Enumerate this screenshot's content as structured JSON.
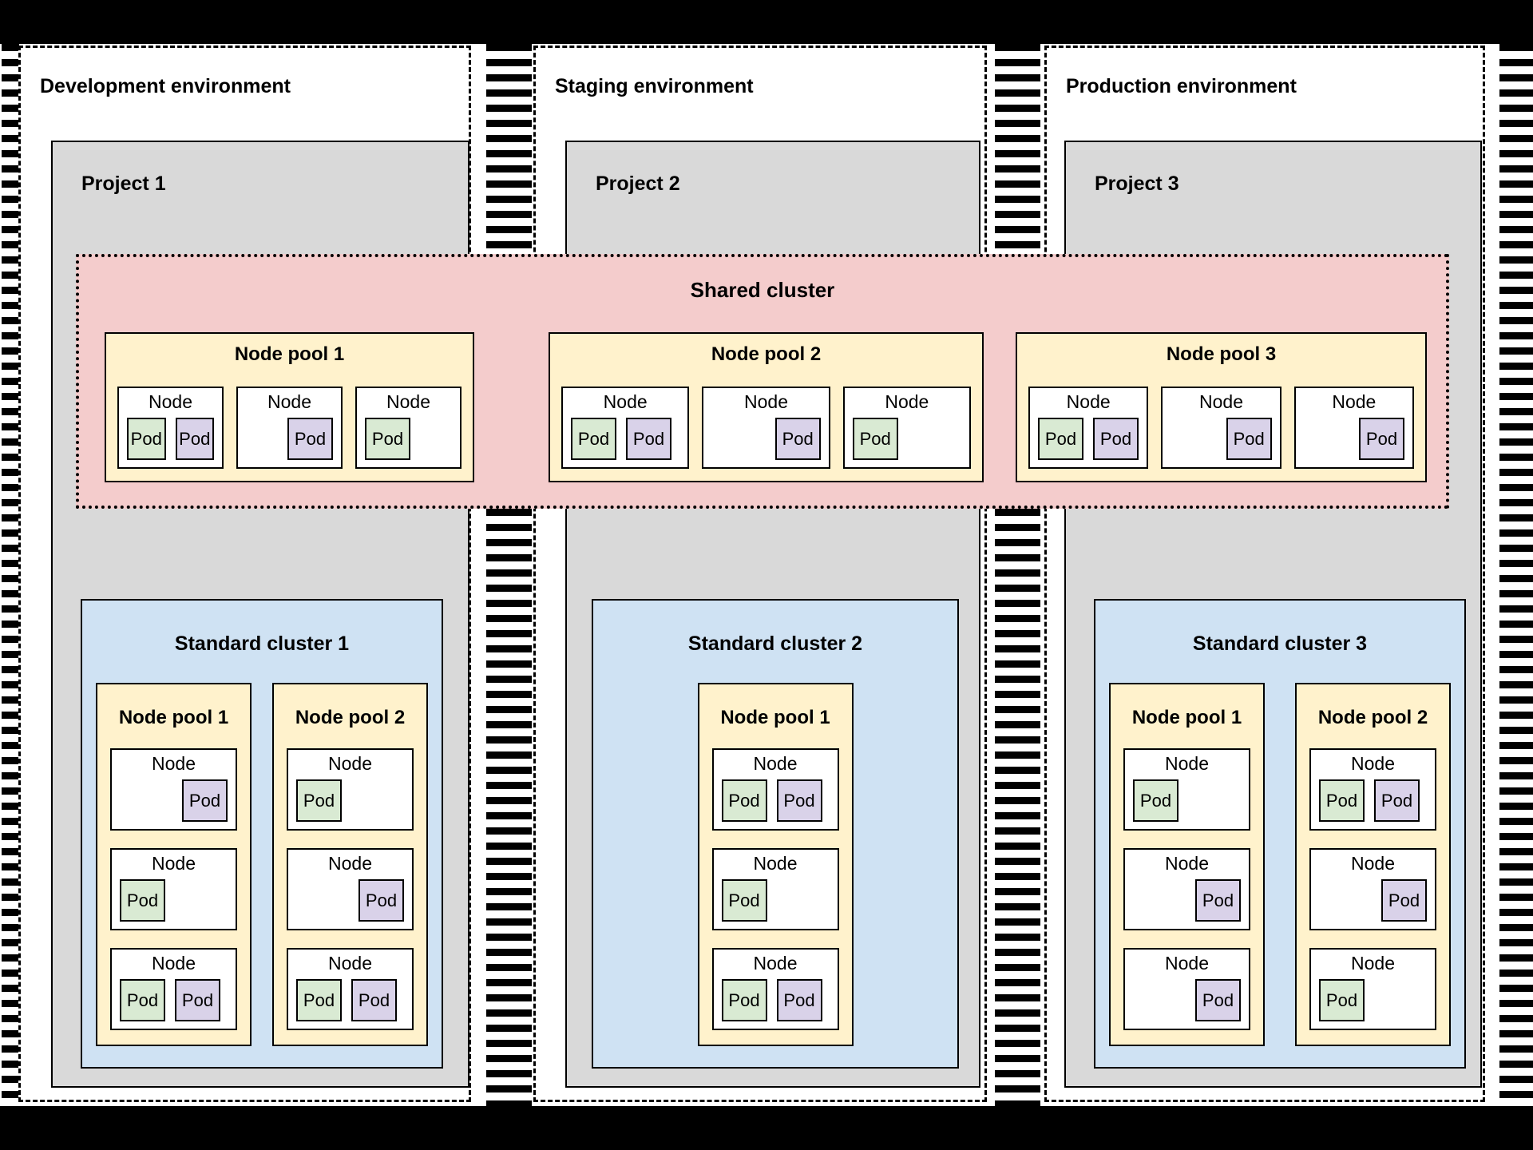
{
  "colors": {
    "project_fill": "#d9d9d9",
    "shared_cluster_fill": "#f4cccc",
    "node_pool_fill": "#fff2cc",
    "standard_cluster_fill": "#cfe2f3",
    "pod_green": "#d9ead3",
    "pod_purple": "#d9d2e9",
    "border": "#000000"
  },
  "shared_cluster": {
    "title": "Shared cluster",
    "node_pools": [
      {
        "title": "Node pool 1",
        "nodes": [
          {
            "label": "Node",
            "align": "left",
            "pods": [
              {
                "label": "Pod",
                "color": "green"
              },
              {
                "label": "Pod",
                "color": "purple"
              }
            ]
          },
          {
            "label": "Node",
            "align": "right",
            "pods": [
              {
                "label": "Pod",
                "color": "purple"
              }
            ]
          },
          {
            "label": "Node",
            "align": "left",
            "pods": [
              {
                "label": "Pod",
                "color": "green"
              }
            ]
          }
        ]
      },
      {
        "title": "Node pool 2",
        "nodes": [
          {
            "label": "Node",
            "align": "left",
            "pods": [
              {
                "label": "Pod",
                "color": "green"
              },
              {
                "label": "Pod",
                "color": "purple"
              }
            ]
          },
          {
            "label": "Node",
            "align": "right",
            "pods": [
              {
                "label": "Pod",
                "color": "purple"
              }
            ]
          },
          {
            "label": "Node",
            "align": "left",
            "pods": [
              {
                "label": "Pod",
                "color": "green"
              }
            ]
          }
        ]
      },
      {
        "title": "Node pool 3",
        "nodes": [
          {
            "label": "Node",
            "align": "left",
            "pods": [
              {
                "label": "Pod",
                "color": "green"
              },
              {
                "label": "Pod",
                "color": "purple"
              }
            ]
          },
          {
            "label": "Node",
            "align": "right",
            "pods": [
              {
                "label": "Pod",
                "color": "purple"
              }
            ]
          },
          {
            "label": "Node",
            "align": "right",
            "pods": [
              {
                "label": "Pod",
                "color": "purple"
              }
            ]
          }
        ]
      }
    ]
  },
  "environments": [
    {
      "title": "Development environment",
      "project": {
        "title": "Project 1",
        "standard_cluster": {
          "title": "Standard cluster 1",
          "node_pools": [
            {
              "title": "Node pool 1",
              "nodes": [
                {
                  "label": "Node",
                  "align": "right",
                  "pods": [
                    {
                      "label": "Pod",
                      "color": "purple"
                    }
                  ]
                },
                {
                  "label": "Node",
                  "align": "left",
                  "pods": [
                    {
                      "label": "Pod",
                      "color": "green"
                    }
                  ]
                },
                {
                  "label": "Node",
                  "align": "left",
                  "pods": [
                    {
                      "label": "Pod",
                      "color": "green"
                    },
                    {
                      "label": "Pod",
                      "color": "purple"
                    }
                  ]
                }
              ]
            },
            {
              "title": "Node pool 2",
              "nodes": [
                {
                  "label": "Node",
                  "align": "left",
                  "pods": [
                    {
                      "label": "Pod",
                      "color": "green"
                    }
                  ]
                },
                {
                  "label": "Node",
                  "align": "right",
                  "pods": [
                    {
                      "label": "Pod",
                      "color": "purple"
                    }
                  ]
                },
                {
                  "label": "Node",
                  "align": "left",
                  "pods": [
                    {
                      "label": "Pod",
                      "color": "green"
                    },
                    {
                      "label": "Pod",
                      "color": "purple"
                    }
                  ]
                }
              ]
            }
          ]
        }
      }
    },
    {
      "title": "Staging environment",
      "project": {
        "title": "Project 2",
        "standard_cluster": {
          "title": "Standard cluster 2",
          "node_pools": [
            {
              "title": "Node pool 1",
              "nodes": [
                {
                  "label": "Node",
                  "align": "left",
                  "pods": [
                    {
                      "label": "Pod",
                      "color": "green"
                    },
                    {
                      "label": "Pod",
                      "color": "purple"
                    }
                  ]
                },
                {
                  "label": "Node",
                  "align": "left",
                  "pods": [
                    {
                      "label": "Pod",
                      "color": "green"
                    }
                  ]
                },
                {
                  "label": "Node",
                  "align": "left",
                  "pods": [
                    {
                      "label": "Pod",
                      "color": "green"
                    },
                    {
                      "label": "Pod",
                      "color": "purple"
                    }
                  ]
                }
              ]
            }
          ]
        }
      }
    },
    {
      "title": "Production environment",
      "project": {
        "title": "Project 3",
        "standard_cluster": {
          "title": "Standard cluster 3",
          "node_pools": [
            {
              "title": "Node pool 1",
              "nodes": [
                {
                  "label": "Node",
                  "align": "left",
                  "pods": [
                    {
                      "label": "Pod",
                      "color": "green"
                    }
                  ]
                },
                {
                  "label": "Node",
                  "align": "right",
                  "pods": [
                    {
                      "label": "Pod",
                      "color": "purple"
                    }
                  ]
                },
                {
                  "label": "Node",
                  "align": "right",
                  "pods": [
                    {
                      "label": "Pod",
                      "color": "purple"
                    }
                  ]
                }
              ]
            },
            {
              "title": "Node pool 2",
              "nodes": [
                {
                  "label": "Node",
                  "align": "left",
                  "pods": [
                    {
                      "label": "Pod",
                      "color": "green"
                    },
                    {
                      "label": "Pod",
                      "color": "purple"
                    }
                  ]
                },
                {
                  "label": "Node",
                  "align": "right",
                  "pods": [
                    {
                      "label": "Pod",
                      "color": "purple"
                    }
                  ]
                },
                {
                  "label": "Node",
                  "align": "left",
                  "pods": [
                    {
                      "label": "Pod",
                      "color": "green"
                    }
                  ]
                }
              ]
            }
          ]
        }
      }
    }
  ]
}
